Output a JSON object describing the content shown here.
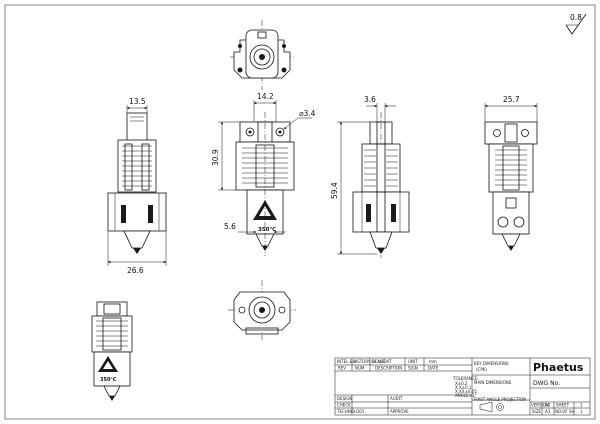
{
  "surface_finish": "0.8",
  "dimensions": {
    "front_top_width": "13.5",
    "front_base_width": "26.6",
    "side_top_width": "14.2",
    "side_hole_dia": "⌀3.4",
    "side_body_height": "30.9",
    "side_nozzle_offset": "5.6",
    "section_top_width": "3.6",
    "section_total_height": "59.4",
    "rear_width": "25.7"
  },
  "part_labels": {
    "side_temp": "350℃",
    "iso_temp": "350℃"
  },
  "title_block": {
    "intel_label": "INTEL & L",
    "history_label": "HISTORY OF UPDAT",
    "scale_label": "SCALE",
    "unit_label": "UNIT",
    "unit_value": "mm",
    "rev_col": "REV",
    "num_col": "NUM",
    "description_col": "DESCRIPTION",
    "sign_col": "SIGN",
    "date_col": "DATE",
    "design_label": "DESIGN",
    "check_label": "CHECK",
    "technology_label": "TECHNOLOGY",
    "audit_label": "AUDIT",
    "approve_label": "APPROVE",
    "key_dimensions": "KEY DIMENSIONS",
    "cpk": "(CPK)",
    "main_dimensions": "MAIN DIMENSIONS",
    "tolerance_label": "TOLERANCE:",
    "tolerance_lines": [
      "X±0.2",
      "X.X±0.1",
      "X.XX±0.05",
      "ANGLE±1°"
    ],
    "projection_label": "FIRST ANGLE PROJECTION",
    "brand": "Phaetus",
    "dwg_label": "DWG No.",
    "version_label": "VERSION",
    "version_value": "A0",
    "size_label": "SIZE",
    "size_value": "A3",
    "sheet_label": "SHEET",
    "sheet_value": "1",
    "no_of_sh_label": "NO.OF SH",
    "no_of_sh_value": "1"
  }
}
